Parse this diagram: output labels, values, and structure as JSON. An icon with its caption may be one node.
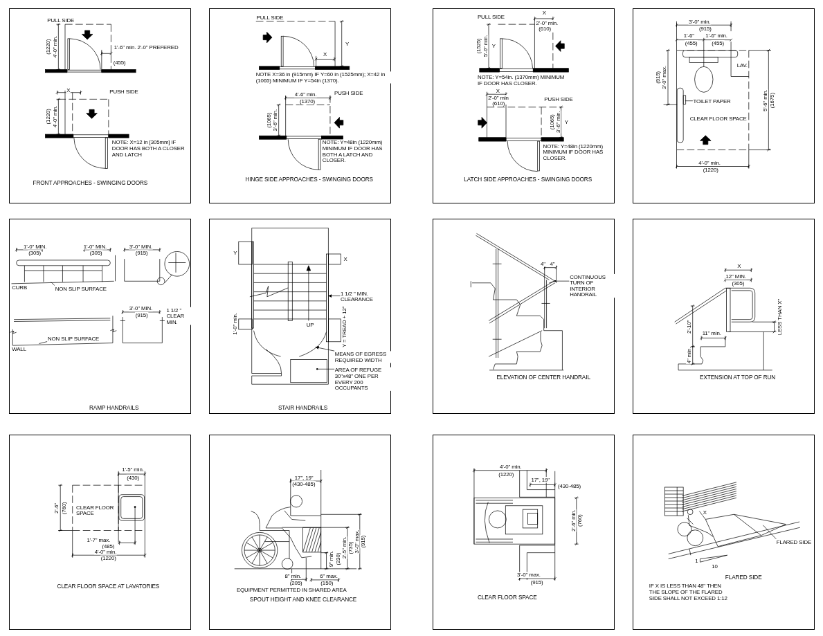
{
  "diagram": {
    "nodes": [
      {
        "text": [
          "PULL SIDE",
          "4'-0\" min.",
          "(1220)",
          "1'-6\" min. 2'-0\" PREFERED",
          "(455)",
          "X",
          "PUSH SIDE",
          "4'-0\" min.",
          "(1220)",
          "NOTE: X=12 in [305mm] IF DOOR HAS BOTH A CLOSER AND LATCH",
          "FRONT APPROACHES - SWINGING DOORS"
        ]
      },
      {
        "text": [
          "PULL SIDE",
          "Y",
          "X",
          "NOTE X=36 in (915mm) IF Y=60 in (1525mm); X=42 in (1065) MINIMUM IF Y=54in (1370).",
          "PUSH SIDE",
          "4'-6\" min.",
          "(1370)",
          "3'-6\" min.",
          "(1065)",
          "NOTE: Y=48in (1220mm) MINIMUM IF DOOR HAS BOTH A LATCH AND CLOSER.",
          "HINGE SIDE APPROACHES - SWINGING DOORS"
        ]
      },
      {
        "text": [
          "PULL SIDE",
          "X",
          "2'-0\" min.",
          "(610)",
          "Y",
          "5'-0\" min.",
          "(1525)",
          "NOTE: Y=54in. (1370mm) MINIMUM IF DOOR HAS CLOSER.",
          "X",
          "2'-0\" min",
          "(610)",
          "PUSH SIDE",
          "Y",
          "3'-6\" min.",
          "(1065)",
          "NOTE: Y=48in (1220mm) MINIMUM IF DOOR HAS CLOSER.",
          "LATCH SIDE APPROACHES - SWINGING DOORS"
        ]
      },
      {
        "text": [
          "3'-0\" min.",
          "(915)",
          "1'-6\"",
          "1'-6\" min.",
          "(455)",
          "(455)",
          "LAV.",
          "3'-0\" max.",
          "(915)",
          "CLEAR FLOOR SPACE",
          "5'-6\" min.",
          "(1675)",
          "4'-0\" min.",
          "(1220)"
        ]
      },
      {
        "text": [
          "TOILET PAPER"
        ],
        "in": 3
      },
      {
        "text": [
          "1'-0\" MIN.",
          "(305)",
          "1'-0\" MIN.",
          "(305)",
          "3'-0\" MIN.",
          "(915)",
          "CURB",
          "3'-0\" MIN.",
          "(915)",
          "1 1/2 \" CLEAR MIN.",
          "WALL",
          "RAMP HANDRAILS"
        ]
      },
      {
        "text": [
          "NON SLIP SURFACE"
        ],
        "in": 5
      },
      {
        "text": [
          "NON SLIP SURFACE"
        ],
        "in": 5
      },
      {
        "text": [
          "Y",
          "X",
          "1'-0\" min.",
          "UP",
          "Y = TREAD + 12\"",
          "STAIR HANDRAILS"
        ]
      },
      {
        "text": [
          "1 1/2 \" MIN. CLEARANCE"
        ],
        "in": 8
      },
      {
        "text": [
          "MEANS OF EGRESS REQUIRED WIDTH"
        ],
        "in": 8
      },
      {
        "text": [
          "AREA OF REFUGE 30\"x48\" ONE PER EVERY 200 OCCUPANTS"
        ],
        "in": 8
      },
      {
        "text": [
          "4\"",
          "4\"",
          "ELEVATION OF CENTER HANDRAIL"
        ]
      },
      {
        "text": [
          "CONTINUOUS TURN OF INTERIOR HANDRAIL"
        ],
        "in": 12
      },
      {
        "text": [
          "X",
          "12\" MIN.",
          "(305)",
          "LESS THAN X\"",
          "2'-10\"",
          "11\" min.",
          "4\" min.",
          "EXTENSION AT TOP OF RUN"
        ]
      },
      {
        "text": [
          "1'-5\" min.",
          "(430)",
          "2'-6\"",
          "(760)",
          "CLEAR FLOOR SPACE",
          "1'-7\" max.",
          "(485)",
          "4'-0\" min.",
          "(1220)",
          "CLEAR FLOOR SPACE AT LAVATORIES"
        ]
      },
      {
        "text": [
          "17\", 19\"",
          "(430-485)",
          "9\" min.",
          "(230)",
          "2'-5\" min.",
          "(735)",
          "3'-0\" max.",
          "(915)",
          "8\" min.",
          "(205)",
          "6\" max.",
          "(150)",
          "EQUIPMENT PERMITTED IN SHARED AREA",
          "SPOUT HEIGHT AND KNEE CLEARANCE"
        ]
      },
      {
        "text": [
          "4'-0\" min.",
          "(1220)",
          "17\", 19\"",
          "(430-485)",
          "2'-6\" min.",
          "(760)",
          "3'-0\" max.",
          "(915)",
          "CLEAR FLOOR SPACE"
        ]
      },
      {
        "text": [
          "X",
          "1",
          "10",
          "FLARED SIDE",
          "IF X IS LESS THAN 48\" THEN THE SLOPE OF THE FLARED SIDE SHALL NOT EXCEED 1:12"
        ]
      },
      {
        "text": [
          "FLARED SIDE"
        ],
        "in": 18
      }
    ],
    "edges": [
      {
        "from": 4,
        "to": null,
        "arrow": "none"
      },
      {
        "from": 6,
        "to": null,
        "arrow": "none"
      },
      {
        "from": 7,
        "to": null,
        "arrow": "none"
      },
      {
        "from": 9,
        "to": null,
        "arrow": "to"
      },
      {
        "from": 10,
        "to": null,
        "arrow": "to"
      },
      {
        "from": 11,
        "to": null,
        "arrow": "other"
      },
      {
        "from": 13,
        "to": null,
        "arrow": "other"
      },
      {
        "from": 19,
        "to": null,
        "arrow": "none"
      }
    ]
  }
}
